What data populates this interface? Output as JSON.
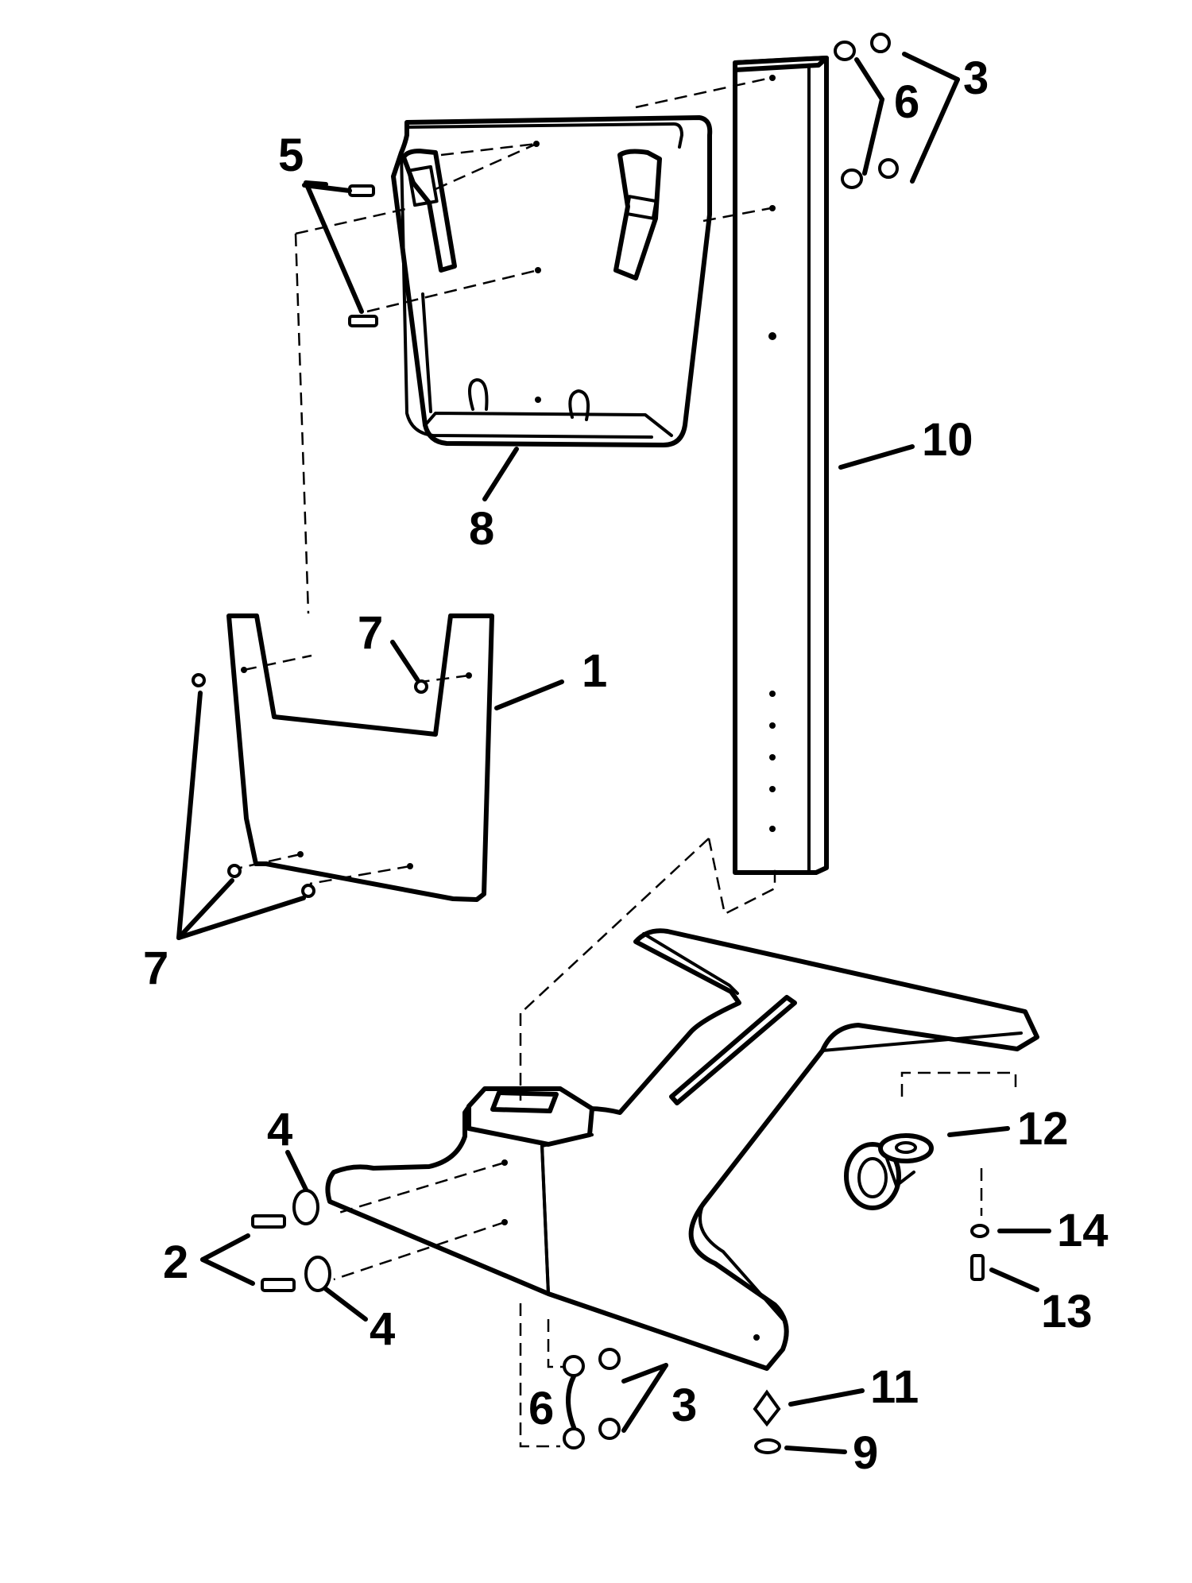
{
  "callouts": {
    "c1": "1",
    "c2": "2",
    "c3_top": "3",
    "c3_bottom": "3",
    "c4_top": "4",
    "c4_bottom": "4",
    "c5": "5",
    "c6_top": "6",
    "c6_bottom": "6",
    "c7_top": "7",
    "c7_bottom": "7",
    "c8": "8",
    "c9": "9",
    "c10": "10",
    "c11": "11",
    "c12": "12",
    "c13": "13",
    "c14": "14"
  }
}
